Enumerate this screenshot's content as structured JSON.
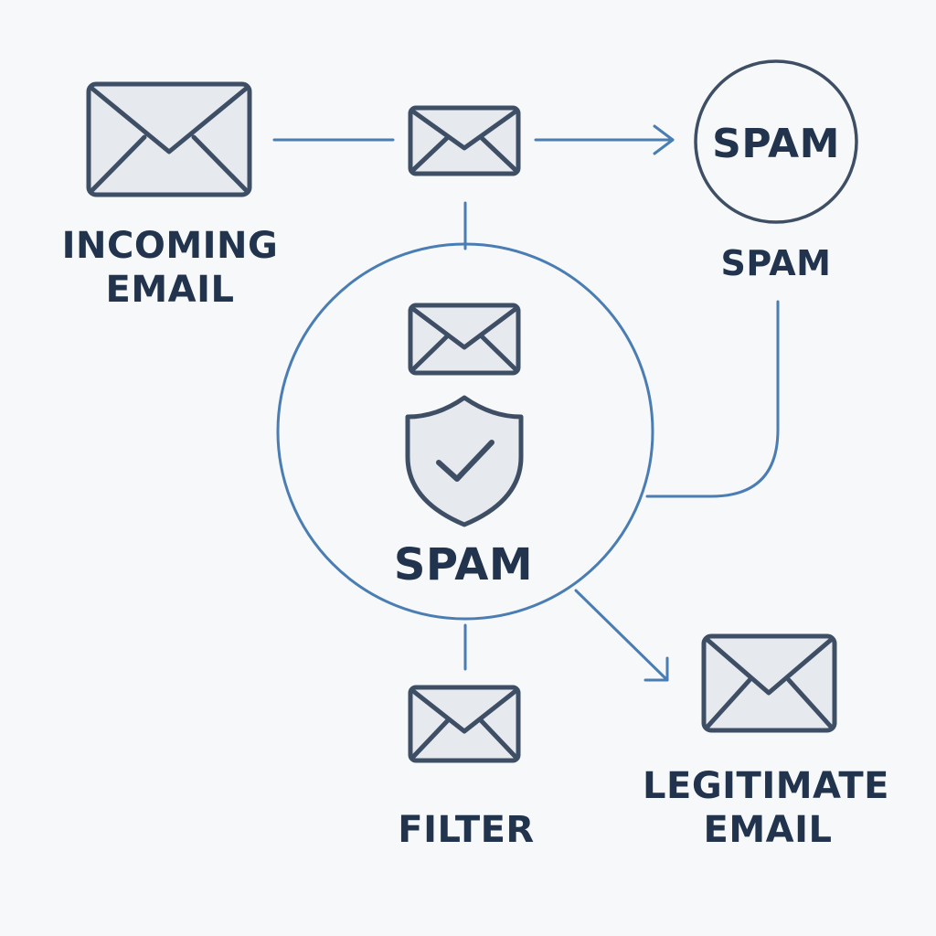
{
  "colors": {
    "background": "#f7f8fa",
    "connector_blue": "#4a7db3",
    "icon_stroke": "#3e4f65",
    "icon_fill": "#e6e9ee",
    "text_dark": "#22344d"
  },
  "nodes": {
    "incoming": {
      "icon": "envelope-icon",
      "label_line1": "INCOMING",
      "label_line2": "EMAIL"
    },
    "relay": {
      "icon": "envelope-icon"
    },
    "spam_badge": {
      "badge_text": "SPAM",
      "label": "SPAM"
    },
    "hub": {
      "icons": [
        "envelope-icon",
        "shield-check-icon"
      ],
      "label": "SPAM"
    },
    "filter": {
      "icon": "envelope-icon",
      "label": "FILTER"
    },
    "legitimate": {
      "icon": "envelope-icon",
      "label_line1": "LEGITIMATE",
      "label_line2": "EMAIL"
    }
  }
}
